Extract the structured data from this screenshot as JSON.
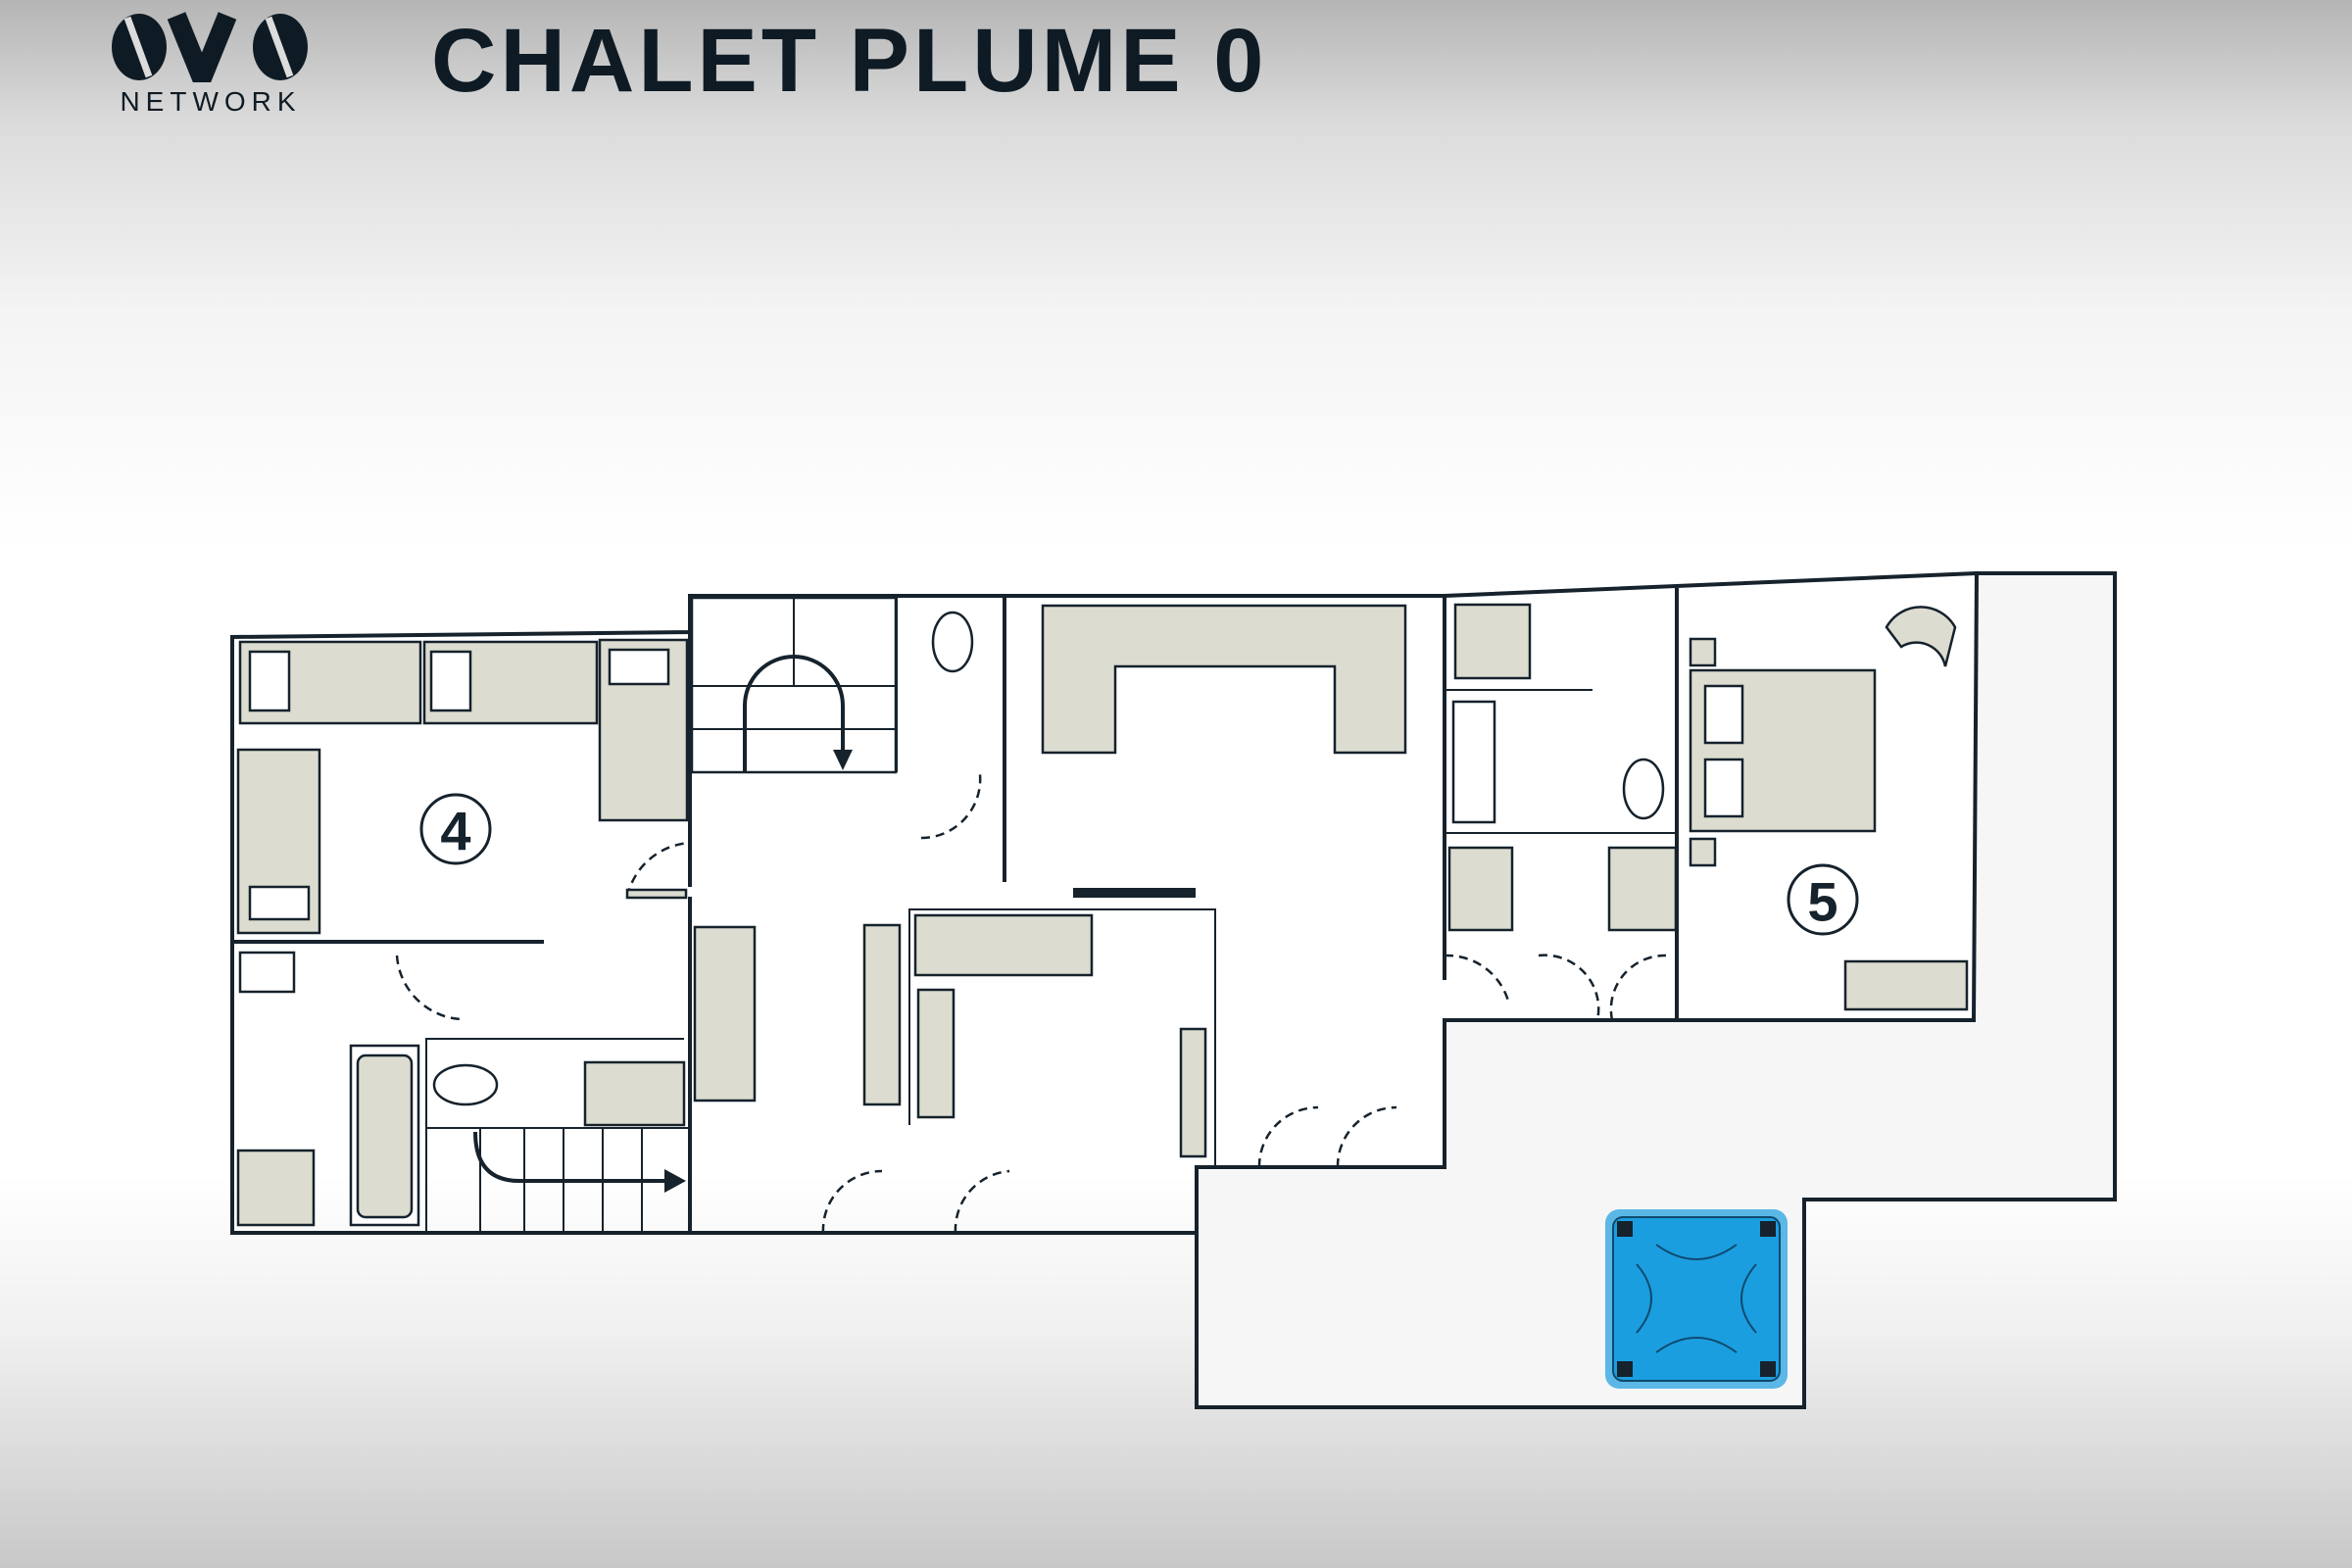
{
  "header": {
    "logo_text": "NETWORK",
    "title": "CHALET PLUME 0"
  },
  "floorplan": {
    "rooms": [
      {
        "label": "4"
      },
      {
        "label": "5"
      }
    ],
    "colors": {
      "wall": "#16222c",
      "furniture": "#dcddd0",
      "terrace": "#f6f6f6",
      "hot_tub": "#1a9ee0"
    }
  }
}
